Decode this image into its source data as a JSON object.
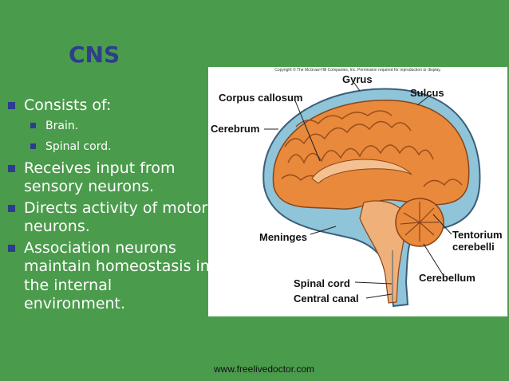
{
  "slide": {
    "title": "CNS",
    "bullets": [
      {
        "text": "Consists of:",
        "subs": [
          "Brain.",
          "Spinal cord."
        ]
      },
      {
        "text": "Receives input from sensory neurons."
      },
      {
        "text": "Directs activity of motor neurons."
      },
      {
        "text": "Association neurons maintain homeostasis in the internal environment."
      }
    ]
  },
  "figure": {
    "copyright": "Copyright © The McGraw-Hill Companies, Inc. Permission required for reproduction or display.",
    "labels": {
      "gyrus": "Gyrus",
      "sulcus": "Sulcus",
      "corpus_callosum": "Corpus callosum",
      "cerebrum": "Cerebrum",
      "meninges": "Meninges",
      "tentorium_1": "Tentorium",
      "tentorium_2": "cerebelli",
      "spinal_cord": "Spinal cord",
      "central_canal": "Central canal",
      "cerebellum": "Cerebellum"
    },
    "colors": {
      "brain": "#e8893c",
      "meninges": "#8fc4d9",
      "outline": "#3b5f7a"
    }
  },
  "footer": {
    "url": "www.freelivedoctor.com"
  }
}
